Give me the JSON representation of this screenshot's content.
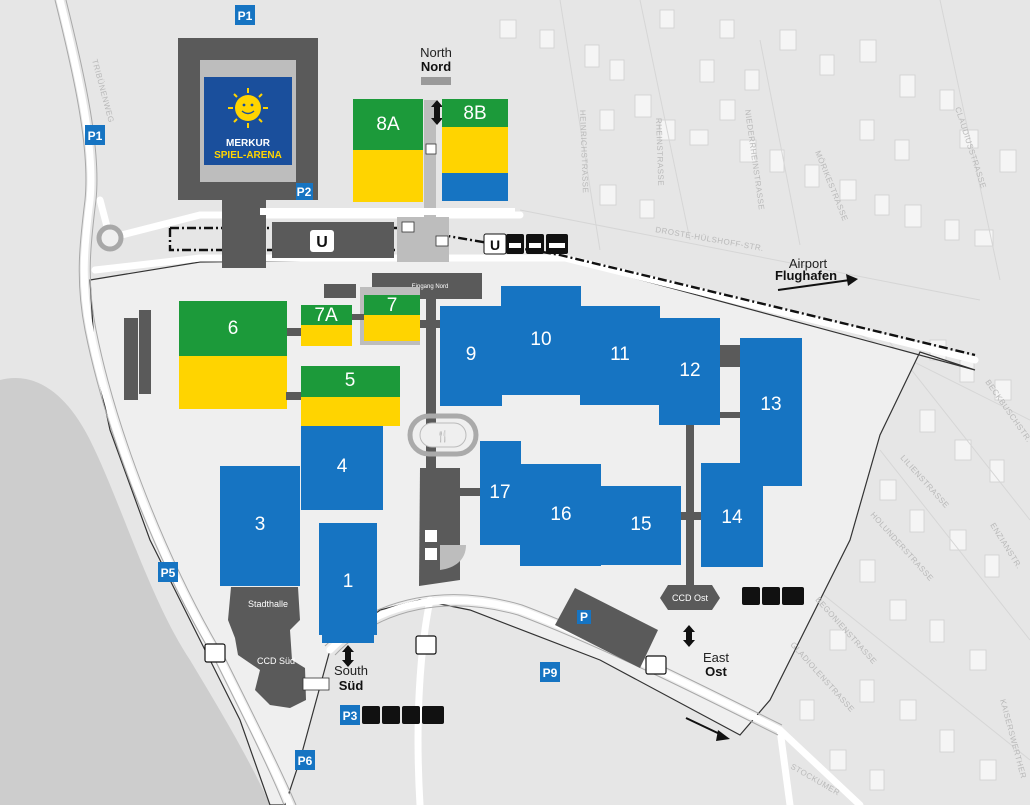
{
  "venue": {
    "arena_line1": "MERKUR",
    "arena_line2": "SPIEL-ARENA"
  },
  "halls": [
    {
      "id": "h1",
      "label": "1"
    },
    {
      "id": "h3",
      "label": "3"
    },
    {
      "id": "h4",
      "label": "4"
    },
    {
      "id": "h5",
      "label": "5"
    },
    {
      "id": "h6",
      "label": "6"
    },
    {
      "id": "h7",
      "label": "7"
    },
    {
      "id": "h7a",
      "label": "7A"
    },
    {
      "id": "h8a",
      "label": "8A"
    },
    {
      "id": "h8b",
      "label": "8B"
    },
    {
      "id": "h9",
      "label": "9"
    },
    {
      "id": "h10",
      "label": "10"
    },
    {
      "id": "h11",
      "label": "11"
    },
    {
      "id": "h12",
      "label": "12"
    },
    {
      "id": "h13",
      "label": "13"
    },
    {
      "id": "h14",
      "label": "14"
    },
    {
      "id": "h15",
      "label": "15"
    },
    {
      "id": "h16",
      "label": "16"
    },
    {
      "id": "h17",
      "label": "17"
    }
  ],
  "entrances": {
    "north_en": "North",
    "north_de": "Nord",
    "south_en": "South",
    "south_de": "Süd",
    "east_en": "East",
    "east_de": "Ost"
  },
  "buildings": {
    "stadthalle": "Stadthalle",
    "ccd_sued": "CCD Süd",
    "ccd_ost": "CCD Ost",
    "entrance_north": "Eingang Nord"
  },
  "directions": {
    "airport_en": "Airport",
    "airport_de": "Flughafen"
  },
  "parking": [
    {
      "id": "p1a",
      "label": "P1"
    },
    {
      "id": "p1b",
      "label": "P1"
    },
    {
      "id": "p2",
      "label": "P2"
    },
    {
      "id": "p3",
      "label": "P3"
    },
    {
      "id": "p5",
      "label": "P5"
    },
    {
      "id": "p6",
      "label": "P6"
    },
    {
      "id": "p9",
      "label": "P9"
    }
  ],
  "transport_icons": [
    "taxi-icon",
    "bus-icon",
    "tram-icon",
    "park-and-ride-icon",
    "city-bus-icon",
    "subway-u-icon",
    "restaurant-icon",
    "info-icon"
  ],
  "streets": {
    "heinrichstrasse": "HEINRICHSTRASSE",
    "rheinstrasse": "RHEINSTRASSE",
    "niederrheinstrasse": "NIEDERRHEINSTRASSE",
    "droste": "DROSTE-HÜLSHOFF-STR.",
    "claudiusstrasse": "CLAUDIUSSTRASSE",
    "moerikestrasse": "MÖRIKESTRASSE",
    "beckbuschstr": "BECKBUSCHSTR.",
    "lilienstrasse": "LILIENSTRASSE",
    "holunderstrasse": "HOLUNDERSTRASSE",
    "enzianstrasse": "ENZIANSTR.",
    "begonienstrasse": "BEGONIENSTRASSE",
    "gladiolenstrasse": "GLADIOLENSTRASSE",
    "tribuenenweg": "TRIBÜNENWEG",
    "stockumer": "STOCKUMER",
    "kaiserswerther": "KAISERSWERTHER"
  },
  "colors": {
    "hall_blue": "#1674c2",
    "hall_green": "#1c9a3a",
    "hall_yellow": "#ffd400",
    "service_grey": "#5a5a5a",
    "parking_blue": "#1674c2",
    "river": "#cdcdcd",
    "ground": "#e6e6e6",
    "site": "#f0f0f0"
  }
}
